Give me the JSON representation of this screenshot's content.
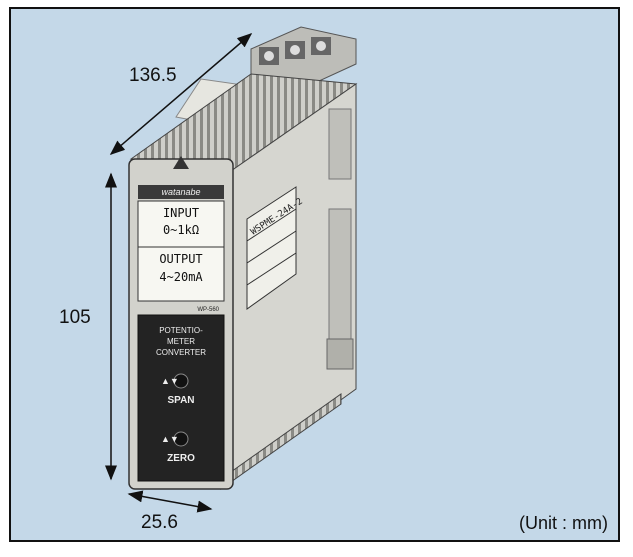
{
  "dimensions": {
    "depth": "136.5",
    "height": "105",
    "width": "25.6",
    "unit_note": "(Unit : mm)"
  },
  "device": {
    "brand": "watanabe",
    "input_title": "INPUT",
    "input_range": "0~1kΩ",
    "output_title": "OUTPUT",
    "output_range": "4~20mA",
    "panel_code": "WP-560",
    "converter_line1": "POTENTIO-",
    "converter_line2": "METER",
    "converter_line3": "CONVERTER",
    "span_label": "SPAN",
    "zero_label": "ZERO",
    "side_label_model": "WSPME-24A-2"
  },
  "colors": {
    "background": "#c4d8e8",
    "housing": "#d6d6d0",
    "panel_dark": "#222222"
  }
}
